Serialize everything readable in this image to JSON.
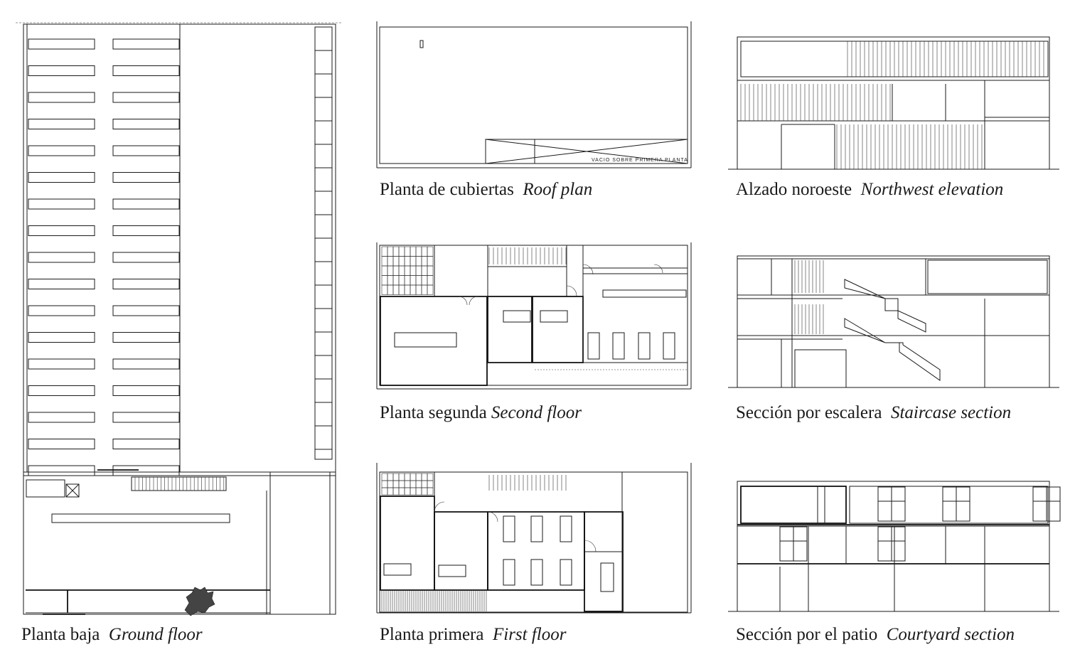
{
  "drawings": [
    {
      "id": "ground",
      "es": "Planta baja",
      "en": "Ground floor"
    },
    {
      "id": "roof",
      "es": "Planta de cubiertas",
      "en": "Roof plan"
    },
    {
      "id": "northwest",
      "es": "Alzado noroeste",
      "en": "Northwest elevation"
    },
    {
      "id": "second",
      "es": "Planta segunda",
      "en": "Second floor"
    },
    {
      "id": "staircase",
      "es": "Sección por escalera",
      "en": "Staircase section"
    },
    {
      "id": "first",
      "es": "Planta primera",
      "en": "First floor"
    },
    {
      "id": "courtyard",
      "es": "Sección por el patio",
      "en": "Courtyard section"
    }
  ],
  "roof_note": "VACIO SOBRE PRIMERA PLANTA"
}
